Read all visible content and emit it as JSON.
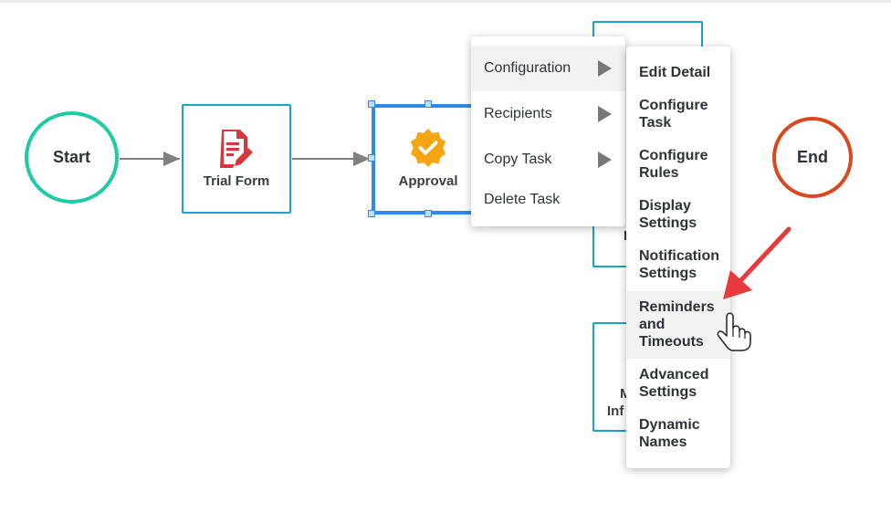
{
  "nodes": {
    "start_label": "Start",
    "end_label": "End",
    "trial_form_label": "Trial Form",
    "approval_label": "Approval",
    "hidden_task_partial_1": "I",
    "hidden_task_partial_2a": "M",
    "hidden_task_partial_2b": "Inf"
  },
  "context_menu": {
    "items": [
      {
        "label": "Configuration",
        "has_submenu": true,
        "active": true
      },
      {
        "label": "Recipients",
        "has_submenu": true
      },
      {
        "label": "Copy Task",
        "has_submenu": true
      },
      {
        "label": "Delete Task",
        "has_submenu": false
      }
    ]
  },
  "submenu": {
    "items": [
      {
        "label": "Edit Detail"
      },
      {
        "label": "Configure Task"
      },
      {
        "label": "Configure Rules"
      },
      {
        "label": "Display Settings"
      },
      {
        "label": "Notification Settings"
      },
      {
        "label": "Reminders and Timeouts",
        "hovered": true
      },
      {
        "label": "Advanced Settings"
      },
      {
        "label": "Dynamic Names"
      }
    ],
    "line_breaks": {
      "edit": [
        "Edit Detail"
      ],
      "cfg_task": [
        "Configure",
        "Task"
      ],
      "cfg_rules": [
        "Configure",
        "Rules"
      ],
      "display": [
        "Display",
        "Settings"
      ],
      "notif": [
        "Notification",
        "Settings"
      ],
      "remind": [
        "Reminders",
        "and",
        "Timeouts"
      ],
      "advanced": [
        "Advanced",
        "Settings"
      ],
      "dynamic": [
        "Dynamic",
        "Names"
      ]
    }
  },
  "colors": {
    "start_ring": "#1ecba6",
    "end_ring": "#d9481e",
    "task_border": "#1aa3c4",
    "selected_border": "#2e8ae6",
    "form_icon": "#d8383b",
    "approval_badge": "#f4a511",
    "annotation_arrow": "#e8393d"
  },
  "icons": {
    "trial_form": "form-edit-icon",
    "approval": "verified-badge-icon",
    "cursor": "hand-pointer-icon",
    "arrow": "annotation-arrow"
  }
}
